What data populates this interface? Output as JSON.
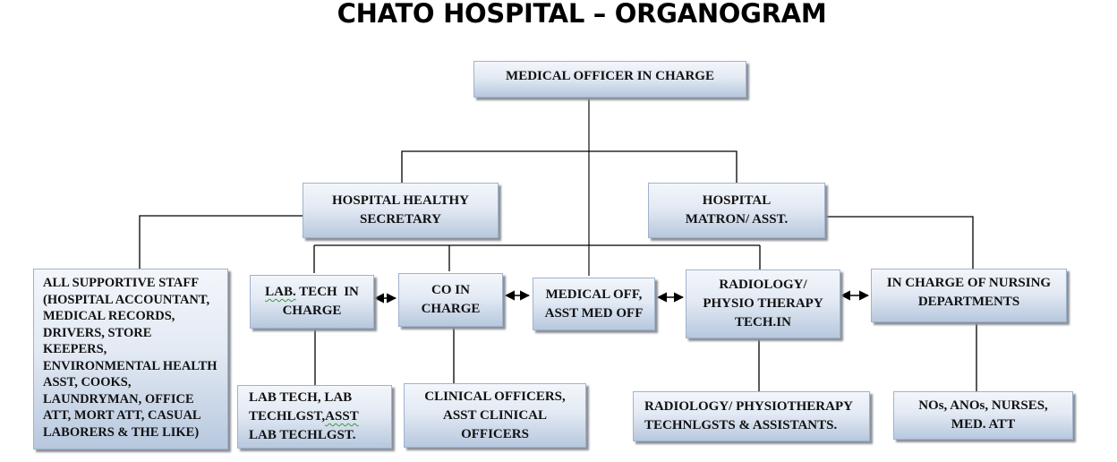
{
  "title": "CHATO HOSPITAL – ORGANOGRAM",
  "nodes": {
    "moic": {
      "label": "MEDICAL OFFICER IN CHARGE"
    },
    "secretary": {
      "lines": [
        "HOSPITAL HEALTHY",
        "SECRETARY"
      ]
    },
    "matron": {
      "lines": [
        "HOSPITAL",
        "MATRON/ ASST."
      ]
    },
    "supportive": {
      "lines": [
        "ALL SUPPORTIVE STAFF",
        "(HOSPITAL ACCOUNTANT,",
        "MEDICAL RECORDS,",
        "DRIVERS, STORE KEEPERS,",
        "ENVIRONMENTAL HEALTH",
        "ASST, COOKS,",
        "LAUNDRYMAN, OFFICE",
        "ATT, MORT ATT, CASUAL",
        "LABORERS & THE LIKE)"
      ]
    },
    "lab_tech_in_charge": {
      "line1_a": "LAB.",
      "line1_b": " TECH  IN",
      "line2": "CHARGE"
    },
    "co_in_charge": {
      "lines": [
        "CO IN",
        "CHARGE"
      ]
    },
    "medical_off": {
      "lines": [
        "MEDICAL OFF,",
        "ASST MED OFF"
      ]
    },
    "radiology_in_charge": {
      "lines": [
        "RADIOLOGY/",
        "PHYSIO THERAPY",
        "TECH.IN"
      ]
    },
    "nursing_in_charge": {
      "lines": [
        "IN CHARGE OF NURSING",
        "DEPARTMENTS"
      ]
    },
    "lab_staff": {
      "line1": "LAB TECH, LAB",
      "line2_a": "TECHLGST,",
      "line2_b": "ASST",
      "line3": "LAB TECHLGST."
    },
    "clinical_officers": {
      "lines": [
        "CLINICAL OFFICERS,",
        "ASST CLINICAL",
        "OFFICERS"
      ]
    },
    "radiology_staff": {
      "lines": [
        "RADIOLOGY/ PHYSIOTHERAPY",
        "TECHNLGSTS & ASSISTANTS."
      ]
    },
    "nursing_staff": {
      "lines": [
        "NOs, ANOs, NURSES,",
        "MED. ATT"
      ]
    }
  }
}
